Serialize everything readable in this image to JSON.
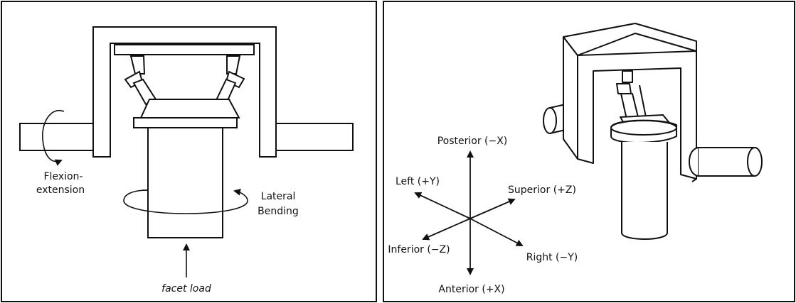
{
  "left_panel": {
    "labels": {
      "flexion_line1": "Flexion-",
      "flexion_line2": "extension",
      "lateral_line1": "Lateral",
      "lateral_line2": "Bending",
      "facet_load": "facet load"
    }
  },
  "right_panel": {
    "axes": {
      "posterior": "Posterior (−X)",
      "anterior": "Anterior (+X)",
      "left": "Left (+Y)",
      "right": "Right (−Y)",
      "superior": "Superior (+Z)",
      "inferior": "Inferior (−Z)"
    }
  }
}
